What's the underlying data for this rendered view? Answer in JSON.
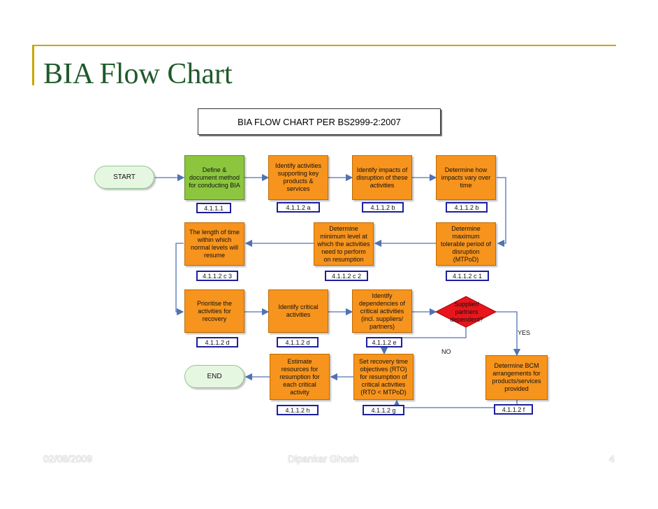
{
  "slide": {
    "title": "BIA Flow Chart",
    "footer_date": "02/08/2009",
    "footer_author": "Dipankar Ghosh",
    "footer_page": "4"
  },
  "chart": {
    "header": "BIA FLOW CHART PER BS2999-2:2007",
    "start": "START",
    "end": "END",
    "steps": {
      "define": "Define &\ndocument method\nfor conducting BIA",
      "identify_activities": "Identify activities\nsupporting key\nproducts &\nservices",
      "identify_impacts": "Identify impacts of\ndisruption of these\nactivities",
      "impacts_vary": "Determine how\nimpacts vary over\ntime",
      "mtpod": "Determine\nmaximum\ntolerable period of\ndisruption\n(MTPoD)",
      "minimum_level": "Determine\nminimum level at\nwhich the activities\nneed to perform\non resumption",
      "length_of_time": "The length of time\nwithin which\nnormal levels will\nresume",
      "prioritise": "Prioritise the\nactivities for\nrecovery",
      "identify_critical": "Identify critical\nactivities",
      "dependencies": "Identify\ndependencies of\ncritical activities\n(incl. suppliers/\npartners)",
      "supplier_dependent": "Supplier/\npartners\ndependent?",
      "bcm": "Determine BCM\narrangements for\nproducts/services\nprovided",
      "rto": "Set recovery time\nobjectives (RTO)\nfor resumption of\ncritical activities\n(RTO < MTPoD)",
      "estimate": "Estimate\nresources for\nresumption for\neach critical\nactivity"
    },
    "refs": {
      "define": "4.1.1.1",
      "identify_activities": "4.1.1.2 a",
      "identify_impacts": "4.1.1.2 b",
      "impacts_vary": "4.1.1.2 b",
      "mtpod": "4.1.1.2 c 1",
      "minimum_level": "4.1.1.2 c 2",
      "length_of_time": "4.1.1.2 c 3",
      "prioritise": "4.1.1.2 d",
      "identify_critical": "4.1.1.2 d",
      "dependencies": "4.1.1.2 e",
      "estimate": "4.1.1.2 h",
      "rto": "4.1.1.2 g",
      "bcm": "4.1.1.2 f"
    },
    "labels": {
      "yes": "YES",
      "no": "NO"
    },
    "colors": {
      "process": "#f7941d",
      "first_step": "#8cc63f",
      "terminal": "#e6f7e1",
      "decision": "#e8161c",
      "ref_border": "#1c1f9e",
      "arrow": "#4f73b3",
      "title": "#1f5a2a",
      "accent_line": "#c8a700"
    }
  }
}
